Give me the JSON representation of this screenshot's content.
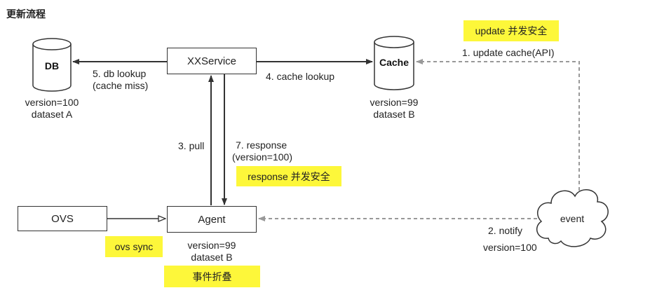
{
  "title": "更新流程",
  "nodes": {
    "db": {
      "label": "DB",
      "meta": [
        "version=100",
        "dataset A"
      ]
    },
    "xxservice": {
      "label": "XXService"
    },
    "cache": {
      "label": "Cache",
      "meta": [
        "version=99",
        "dataset B"
      ]
    },
    "agent": {
      "label": "Agent",
      "meta": [
        "version=99",
        "dataset B"
      ]
    },
    "ovs": {
      "label": "OVS"
    },
    "event": {
      "label": "event"
    }
  },
  "edges": {
    "db_lookup": [
      "5. db lookup",
      "(cache miss)"
    ],
    "cache_lookup": "4. cache lookup",
    "pull": "3. pull",
    "response": [
      "7. response",
      "(version=100)"
    ],
    "update_cache": "1. update cache(API)",
    "notify": "2. notify",
    "notify_version": "version=100"
  },
  "highlights": {
    "update_concurrency": "update 并发安全",
    "response_concurrency": "response 并发安全",
    "ovs_sync": "ovs sync",
    "event_fold": "事件折叠"
  },
  "colors": {
    "highlight": "#fdf73a",
    "line": "#333333",
    "dashed": "#999999"
  }
}
